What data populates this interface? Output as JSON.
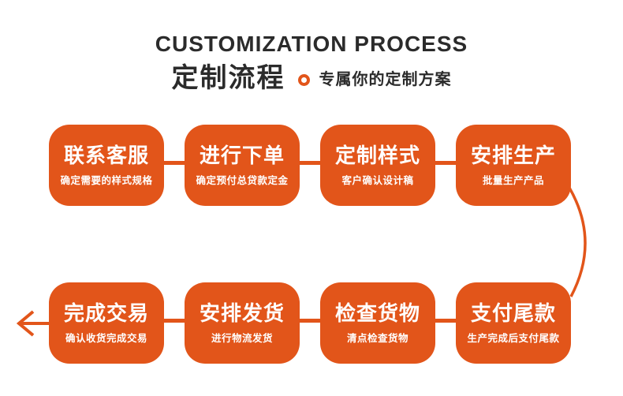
{
  "header": {
    "title_en": "CUSTOMIZATION PROCESS",
    "title_zh": "定制流程",
    "tagline": "专属你的定制方案"
  },
  "flow": {
    "row1": [
      {
        "title": "联系客服",
        "desc": "确定需要的样式规格"
      },
      {
        "title": "进行下单",
        "desc": "确定预付总贷款定金"
      },
      {
        "title": "定制样式",
        "desc": "客户确认设计稿"
      },
      {
        "title": "安排生产",
        "desc": "批量生产产品"
      }
    ],
    "row2": [
      {
        "title": "完成交易",
        "desc": "确认收货完成交易"
      },
      {
        "title": "安排发货",
        "desc": "进行物流发货"
      },
      {
        "title": "检查货物",
        "desc": "清点检查货物"
      },
      {
        "title": "支付尾款",
        "desc": "生产完成后支付尾款"
      }
    ]
  },
  "icons": {
    "ring_bullet": "ring-bullet-icon",
    "flow_curve": "flow-curve-connector-icon",
    "arrow_left": "arrow-left-icon"
  },
  "colors": {
    "accent": "#E2551A",
    "heading": "#2B2B2B"
  }
}
